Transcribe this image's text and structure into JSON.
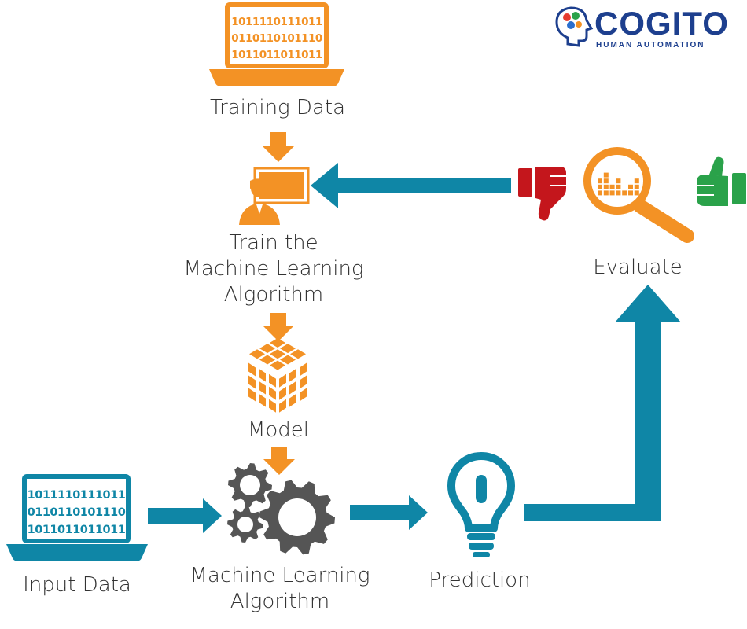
{
  "logo": {
    "name": "COGITO",
    "tagline": "HUMAN AUTOMATION"
  },
  "colors": {
    "orange": "#f39225",
    "teal": "#0f86a6",
    "red": "#c4161c",
    "green": "#2aa24a",
    "text": "#333333"
  },
  "training_screen": [
    "1011110111011",
    "0110110101110",
    "1011011011011"
  ],
  "input_screen": [
    "1011110111011",
    "0110110101110",
    "1011011011011"
  ],
  "labels": {
    "training_data": "Training Data",
    "train_line1": "Train the",
    "train_line2": "Machine Learning",
    "train_line3": "Algorithm",
    "model": "Model",
    "ml_line1": "Machine Learning",
    "ml_line2": "Algorithm",
    "input_data": "Input Data",
    "prediction": "Prediction",
    "evaluate": "Evaluate"
  },
  "icons": {
    "training": "laptop-binary-icon",
    "trainer": "presenter-icon",
    "model": "cube-grid-icon",
    "algorithm": "gears-icon",
    "input": "laptop-binary-icon",
    "prediction": "lightbulb-icon",
    "evaluate": "magnifier-chart-icon",
    "bad": "thumbs-down-icon",
    "good": "thumbs-up-icon"
  }
}
